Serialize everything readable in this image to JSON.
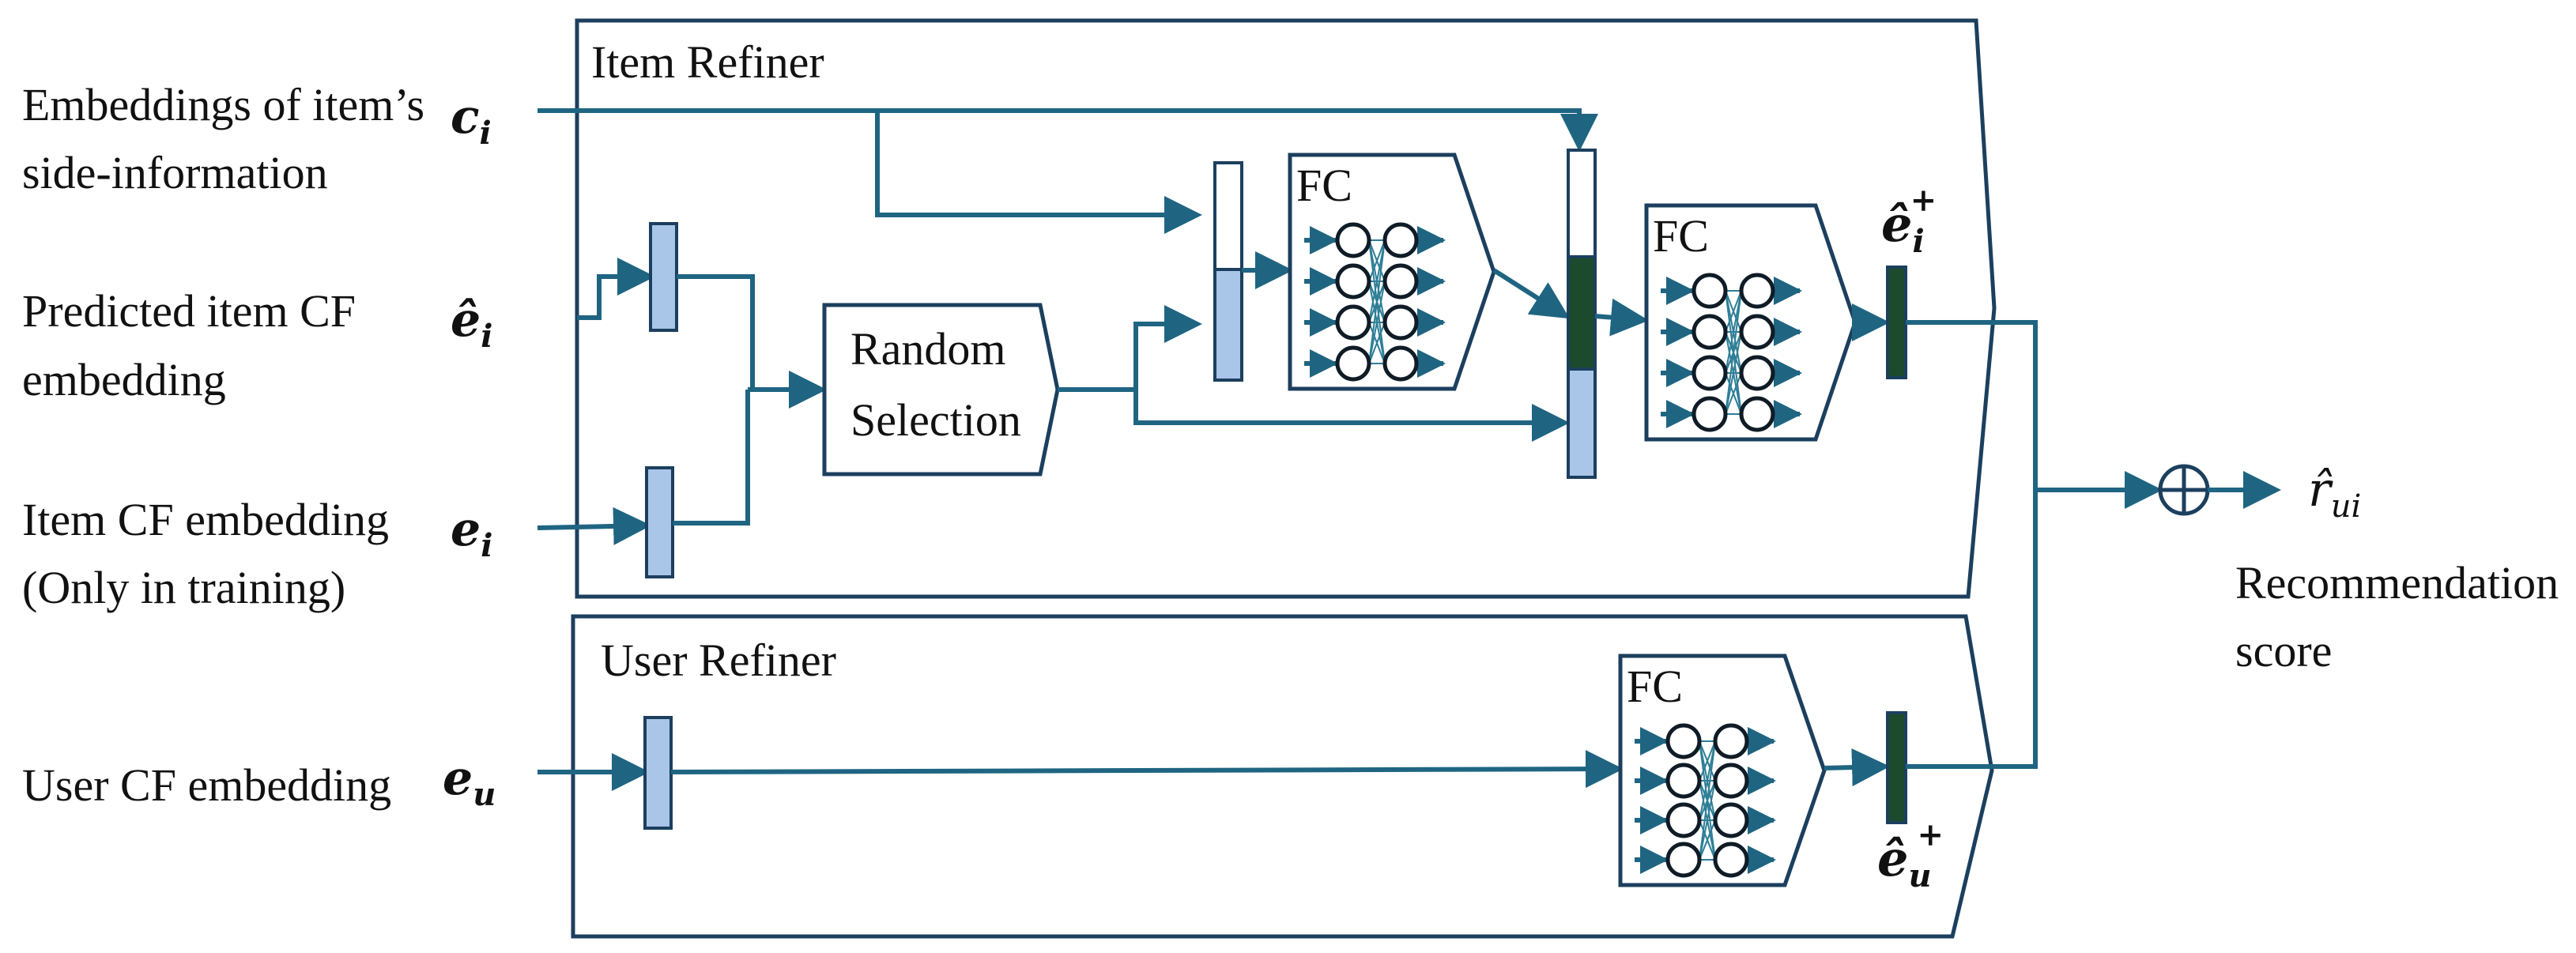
{
  "item_refiner": {
    "title": "Item Refiner"
  },
  "user_refiner": {
    "title": "User Refiner"
  },
  "inputs": {
    "side_info": {
      "label_line1": "Embeddings of item’s",
      "label_line2": "side-information",
      "symbol": "c",
      "subscript": "i"
    },
    "predicted_item_cf": {
      "label_line1": "Predicted item CF",
      "label_line2": "embedding",
      "symbol": "ê",
      "subscript": "i"
    },
    "item_cf": {
      "label_line1": "Item CF embedding",
      "label_line2": "(Only in training)",
      "symbol": "e",
      "subscript": "i"
    },
    "user_cf": {
      "label_line1": "User CF embedding",
      "symbol": "e",
      "subscript": "u"
    }
  },
  "random_selection": {
    "line1": "Random",
    "line2": "Selection"
  },
  "fc_label": "FC",
  "outputs": {
    "item_refined": {
      "symbol": "ê",
      "subscript": "i",
      "superscript": "+"
    },
    "user_refined": {
      "symbol": "ê",
      "subscript": "u",
      "superscript": "+"
    }
  },
  "combine_symbol": "⊕",
  "result": {
    "symbol": "r̂",
    "subscript": "ui",
    "label_line1": "Recommendation",
    "label_line2": "score"
  },
  "colors": {
    "line": "#1f6582",
    "frame": "#1c3f5e",
    "vector_light": "#a9c6e8",
    "vector_dark": "#1b4a2c"
  }
}
